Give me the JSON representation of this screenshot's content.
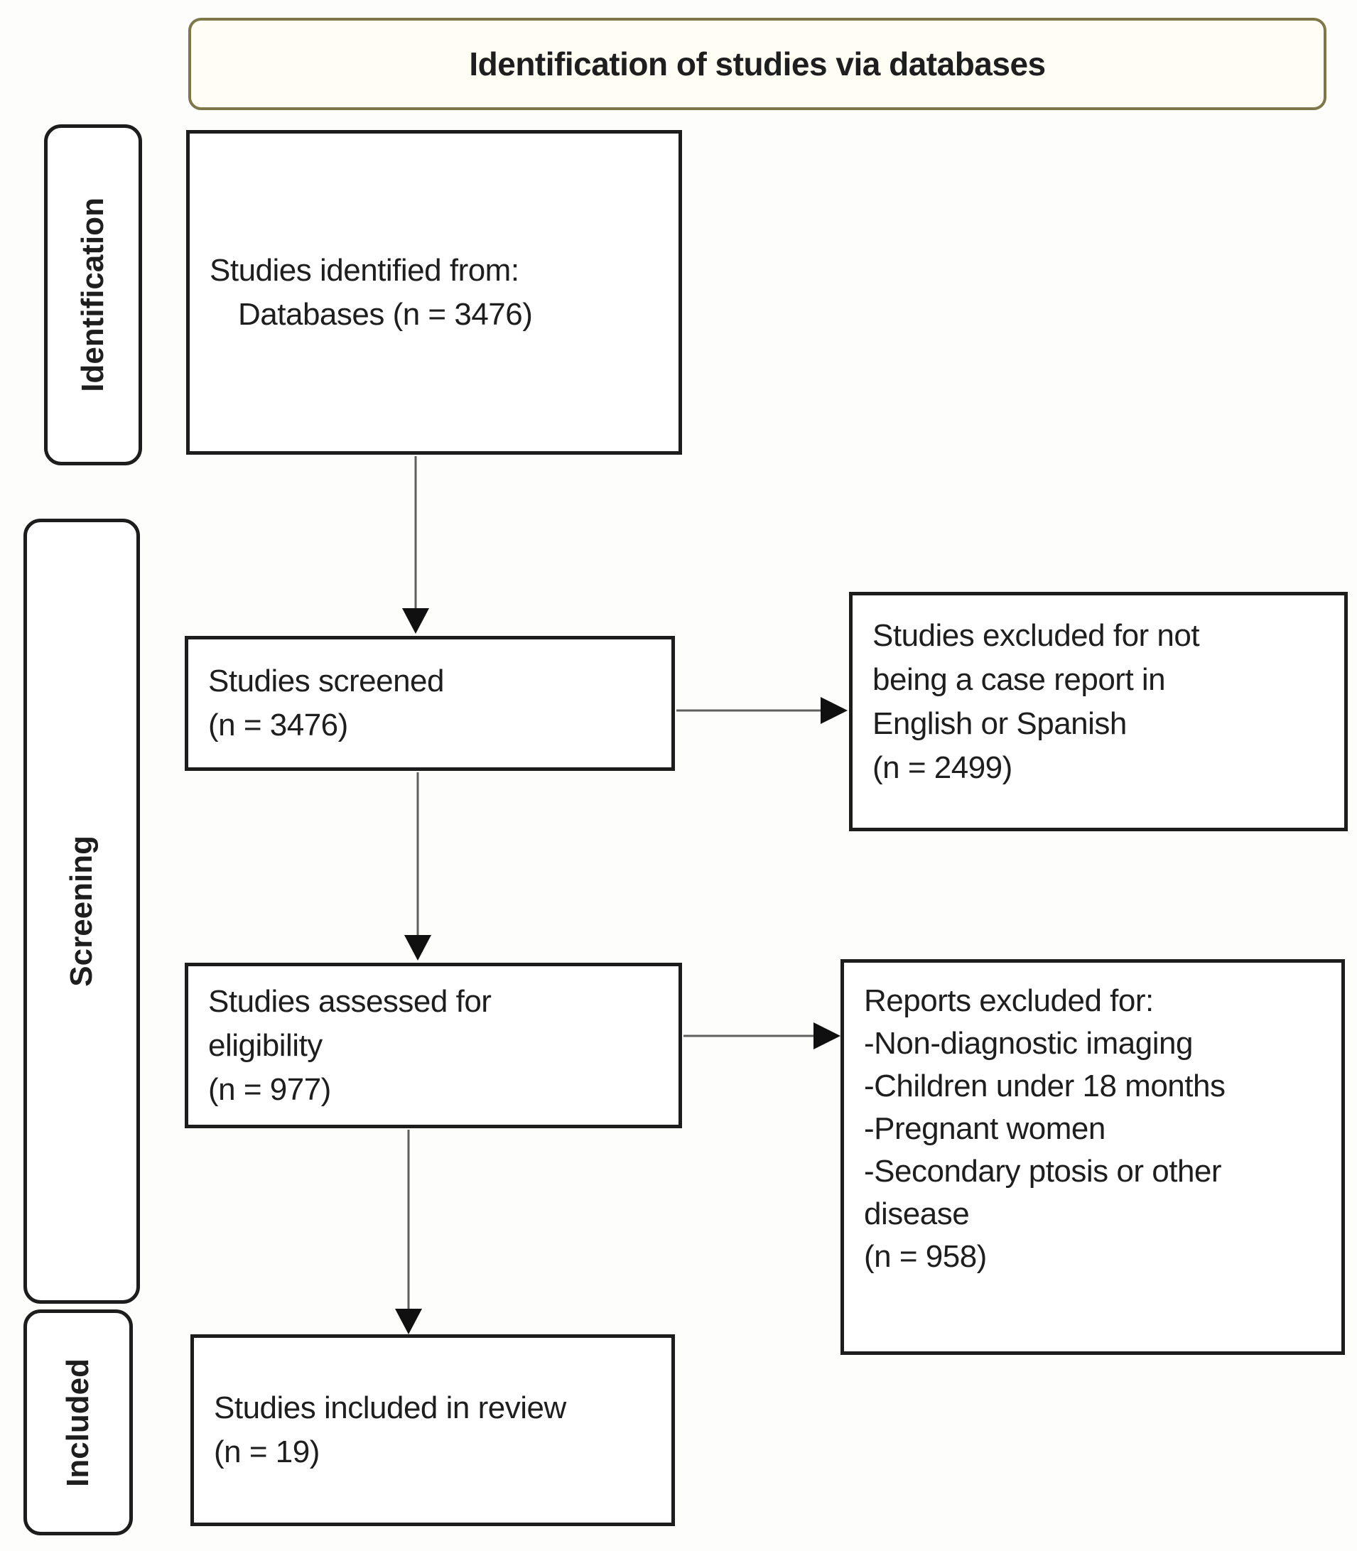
{
  "header": {
    "title": "Identification of studies via databases"
  },
  "sidebar": {
    "stages": [
      {
        "label": "Identification"
      },
      {
        "label": "Screening"
      },
      {
        "label": "Included"
      }
    ]
  },
  "flow": {
    "identified": {
      "lines": [
        "Studies identified from:",
        "Databases (n = 3476)"
      ],
      "n": 3476
    },
    "screened": {
      "lines": [
        "Studies screened",
        "(n = 3476)"
      ],
      "n": 3476
    },
    "assessed": {
      "lines": [
        "Studies assessed for",
        "eligibility",
        "(n = 977)"
      ],
      "n": 977
    },
    "included": {
      "lines": [
        "Studies included in review",
        "(n = 19)"
      ],
      "n": 19
    },
    "excluded_screening": {
      "lines": [
        "Studies excluded for not",
        "being a case report in",
        "English or Spanish",
        "(n = 2499)"
      ],
      "n": 2499
    },
    "excluded_eligibility": {
      "lines": [
        "Reports excluded for:",
        "-Non-diagnostic imaging",
        "-Children under 18 months",
        "-Pregnant women",
        "-Secondary ptosis or other",
        "disease",
        "(n = 958)"
      ],
      "n": 958
    }
  },
  "colors": {
    "page_bg": "#fdfdfb",
    "header_border": "#7e774a",
    "header_fill": "#fffdf4",
    "box_border": "#1d1d1d",
    "arrow_line": "#5f5f5f",
    "arrow_head": "#101010",
    "text": "#1e1e1e"
  }
}
